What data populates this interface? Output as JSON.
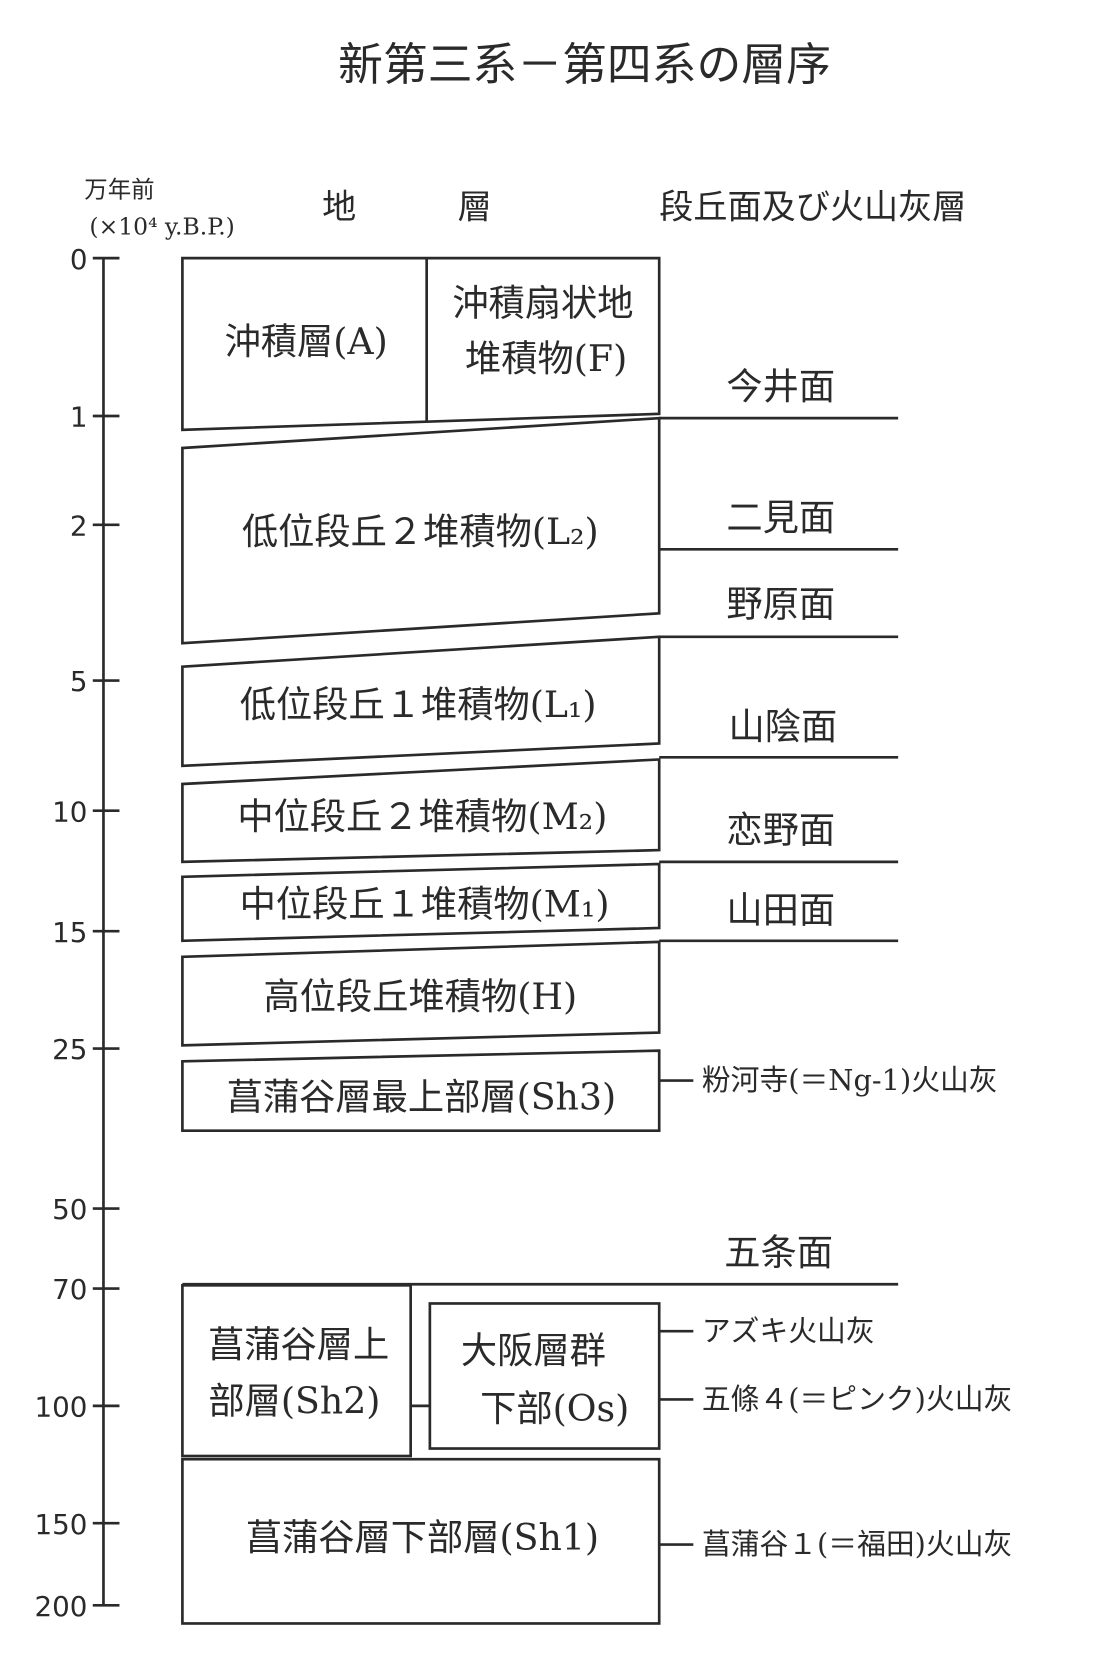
{
  "title": "新第三系－第四系の層序",
  "axis": {
    "label_line1": "万年前",
    "label_line2": "(×10⁴ y.B.P.)",
    "ticks": [
      "0",
      "1",
      "2",
      "5",
      "10",
      "15",
      "25",
      "50",
      "70",
      "100",
      "150",
      "200"
    ]
  },
  "headers": {
    "strata_1": "地",
    "strata_2": "層",
    "terraces": "段丘面及び火山灰層"
  },
  "layers": {
    "A": "沖積層(A)",
    "F_1": "沖積扇状地",
    "F_2": "堆積物(F)",
    "L2": "低位段丘２堆積物(L₂)",
    "L1": "低位段丘１堆積物(L₁)",
    "M2": "中位段丘２堆積物(M₂)",
    "M1": "中位段丘１堆積物(M₁)",
    "H": "高位段丘堆積物(H)",
    "Sh3": "菖蒲谷層最上部層(Sh3)",
    "Sh2_1": "菖蒲谷層上",
    "Sh2_2": "部層(Sh2)",
    "Os_1": "大阪層群",
    "Os_2": "下部(Os)",
    "Sh1": "菖蒲谷層下部層(Sh1)"
  },
  "surfaces": [
    "今井面",
    "二見面",
    "野原面",
    "山陰面",
    "恋野面",
    "山田面",
    "五条面"
  ],
  "ashes": [
    "粉河寺(＝Ng-1)火山灰",
    "アズキ火山灰",
    "五條４(＝ピンク)火山灰",
    "菖蒲谷１(＝福田)火山灰"
  ]
}
